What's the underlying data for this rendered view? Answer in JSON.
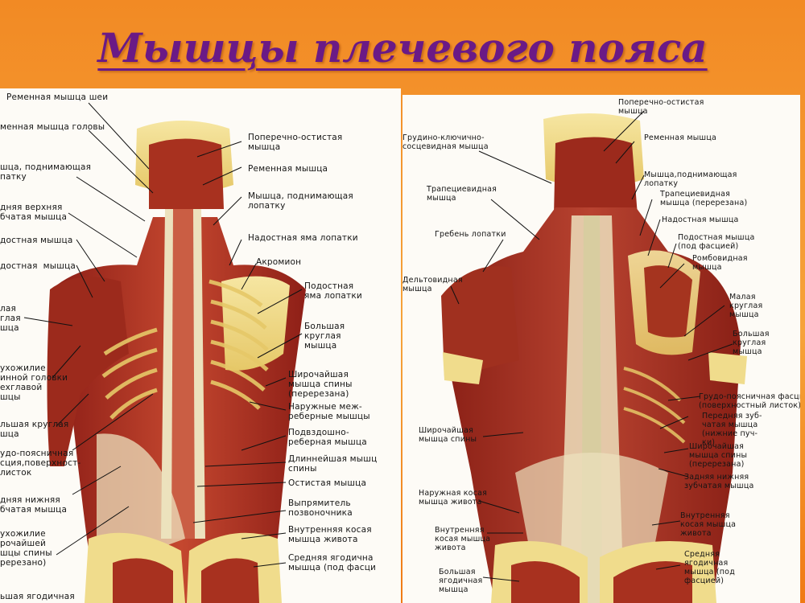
{
  "title": "Мышцы плечевого пояса",
  "colors": {
    "background": "#f28a24",
    "title": "#6a1a86",
    "muscle_dark": "#8e1f17",
    "muscle_mid": "#b23a2a",
    "tendon": "#ece1bd",
    "bone": "#f0dc8c"
  },
  "left_labels": {
    "l1": "Ременная мышца шеи",
    "l2": "менная мышца головы",
    "l3": "шца, поднимающая\nпатку",
    "l4": "дняя верхняя\nбчатая мышца",
    "l5": "достная мышца",
    "l6": "достная  мышца",
    "l7": "лая\nглая\nшца",
    "l8": "ухожилие\nинной головки\nехглавой\nшцы",
    "l9": "льшая круглая\nшца",
    "l10": "удо-поясничная\nсция,поверхност-\nлисток",
    "l11": "дняя нижняя\nбчатая мышца",
    "l12": "ухожилие\nрочайшей\nшцы спины\nререзано)",
    "l13": "ьшая ягодичная",
    "r1": "Поперечно-остистая\nмышца",
    "r2": "Ременная мышца",
    "r3": "Мышца, поднимающая\nлопатку",
    "r4": "Надостная яма лопатки",
    "r5": "Акромион",
    "r6": "Подостная\nяма лопатки",
    "r7": "Большая\nкруглая\nмышца",
    "r8": "Широчайшая\nмышца спины\n(перерезана)",
    "r9": "Наружные меж-\nреберные мышцы",
    "r10": "Подвздошно-\nреберная мышца",
    "r11": "Длиннейшая мышц\nспины",
    "r12": "Остистая мышца",
    "r13": "Выпрямитель\nпозвоночника",
    "r14": "Внутренняя косая\nмышца живота",
    "r15": "Средняя ягодична\nмышца (под фасци"
  },
  "right_labels": {
    "a1": "Поперечно-остистая\nмышца",
    "a2": "Грудино-ключично-\nсосцевидная мышца",
    "a3": "Ременная мышца",
    "a4": "Мышца,поднимающая\nлопатку",
    "a5": "Трапециевидная\nмышца",
    "a6": "Трапециевидная\nмышца (перерезана)",
    "a7": "Надостная мышца",
    "a8": "Гребень лопатки",
    "a9": "Подостная мышца\n(под фасцией)",
    "a10": "Ромбовидная\nмышца",
    "a11": "Дельтовидная\nмышца",
    "a12": "Малая\nкруглая\nмышца",
    "a13": "Большая\nкруглая\nмышца",
    "a14": "Грудо-поясничная фасция\n(поверхностный листок)",
    "a15": "Передняя зуб-\nчатая мышца\n(нижние пуч-\nки)",
    "a16": "Широчайшая\nмышца спины",
    "a17": "Широчайшая\nмышца спины\n(перерезана)",
    "a18": "Задняя нижняя\nзубчатая мышца",
    "a19": "Наружная косая\nмышца живота",
    "a20": "Внутренняя\nкосая мышца\nживота",
    "a21": "Внутренняя\nкосая мышца\nживота",
    "a22": "Средняя\nягодичная\nмышца (под\nфасцией)",
    "a23": "Большая\nягодичная\nмышца"
  }
}
